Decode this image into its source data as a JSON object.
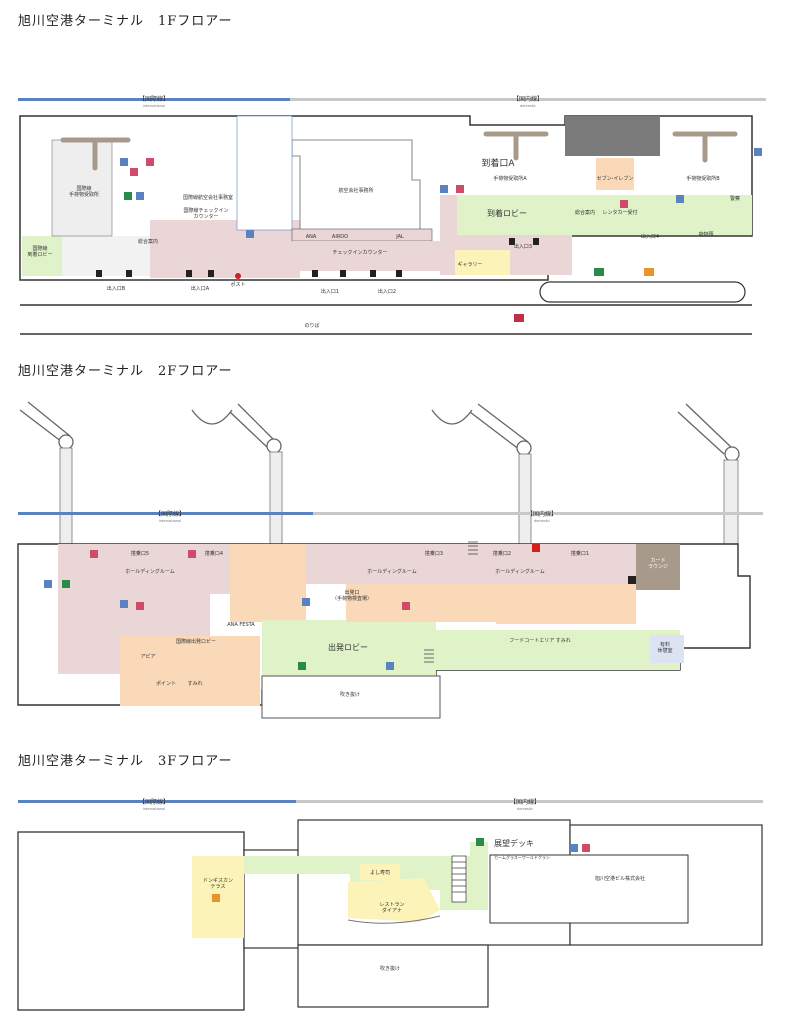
{
  "floors": [
    {
      "title": "旭川空港ターミナル　1Fフロアー",
      "intl": "【国際線】",
      "intl_en": "international",
      "dom": "【国内線】",
      "dom_en": "domestic",
      "labels": {
        "intl_baggage": "国際線\n手荷物受取所",
        "intl_arrival_lobby": "国際線\n到着ロビー",
        "intl_service_office": "国際線航空会社事務室",
        "intl_checkin": "国際線チェックイン\nカウンター",
        "info": "総合案内",
        "airline_office": "航空会社事務所",
        "ana": "ANA",
        "airdo": "AIRDO",
        "jal": "JAL",
        "checkin_counter": "チェックインカウンター",
        "arrival_a": "到着口A",
        "baggage_a": "手荷物受取所A",
        "seven_eleven": "セブン-イレブン",
        "baggage_b": "手荷物受取所B",
        "arrival_lobby": "到着ロビー",
        "info2": "総合案内",
        "rentacar": "レンタカー受付",
        "police": "警察",
        "baggage_storage": "荷物預",
        "gallery": "ギャラリー",
        "exit3": "出入口3",
        "exit4": "出入口4",
        "exitB": "出入口B",
        "exitA": "出入口A",
        "exit1": "出入口1",
        "exit2": "出入口2",
        "post": "ポスト",
        "bus": "のりば"
      }
    },
    {
      "title": "旭川空港ターミナル　2Fフロアー",
      "intl": "【国際線】",
      "intl_en": "international",
      "dom": "【国内線】",
      "dom_en": "domestic",
      "labels": {
        "gate5": "搭乗口5",
        "gate4": "搭乗口4",
        "gate3": "搭乗口3",
        "gate2": "搭乗口2",
        "gate1": "搭乗口1",
        "holding_intl": "ホールディングルーム",
        "holding_mid": "ホールディングルーム",
        "holding_dom": "ホールディングルーム",
        "card_lounge": "カード\nラウンジ",
        "departure_gate": "出発口\n（手荷物検査場）",
        "departure_lobby": "出発ロビー",
        "intl_departure_lobby": "国際線出発ロビー",
        "food_court": "フードコートエリア すみれ",
        "atrium": "吹き抜け",
        "sapia": "アピア",
        "point": "ポイント",
        "mamoru": "すみれ",
        "medical": "有料\n休憩室",
        "shop_ana": "ANA FESTA"
      }
    },
    {
      "title": "旭川空港ターミナル　3Fフロアー",
      "intl": "【国際線】",
      "intl_en": "international",
      "dom": "【国内線】",
      "dom_en": "domestic",
      "labels": {
        "deck": "展望デッキ",
        "terrace": "ドンギスカン\nテラス",
        "observation": "よし寿司",
        "restaurant": "レストラン\nダイアナ",
        "office": "旭川空港ビル株式会社",
        "atrium": "吹き抜け",
        "cafe": "カームグラスーワールドクラン"
      }
    }
  ],
  "colors": {
    "pink": "#ead6d6",
    "orange": "#f9d9b8",
    "green": "#dff2c8",
    "yellow": "#fbf3b7",
    "gray": "#7b7b7b",
    "brown": "#a89a8b",
    "intlBar": "#5a82c0",
    "domBar": "#c8c8c8"
  }
}
